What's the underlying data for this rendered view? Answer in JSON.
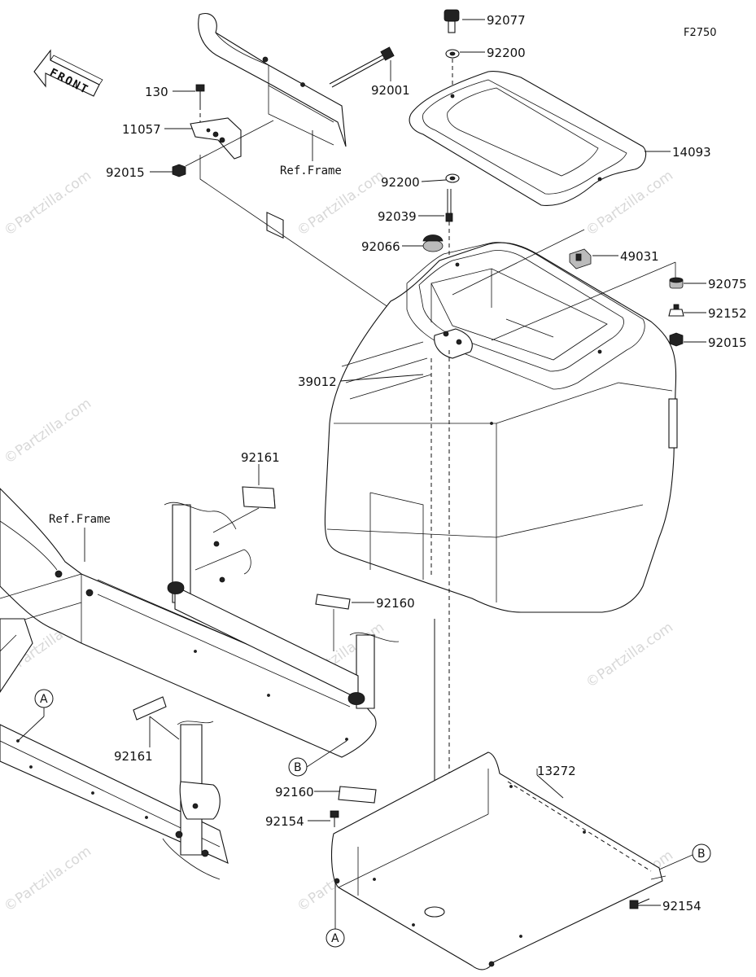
{
  "diagram_code": "F2750",
  "front_marker": "FRONT",
  "watermark": "©Partzilla.com",
  "ref_labels": [
    "Ref.Frame",
    "Ref.Frame"
  ],
  "callouts": [
    "A",
    "B",
    "A",
    "B"
  ],
  "parts": [
    "92077",
    "92200",
    "92001",
    "130",
    "11057",
    "92015",
    "14093",
    "92200",
    "92039",
    "92066",
    "49031",
    "92075",
    "92152",
    "92015",
    "39012",
    "92161",
    "92160",
    "92161",
    "13272",
    "92160",
    "92154",
    "92154"
  ]
}
